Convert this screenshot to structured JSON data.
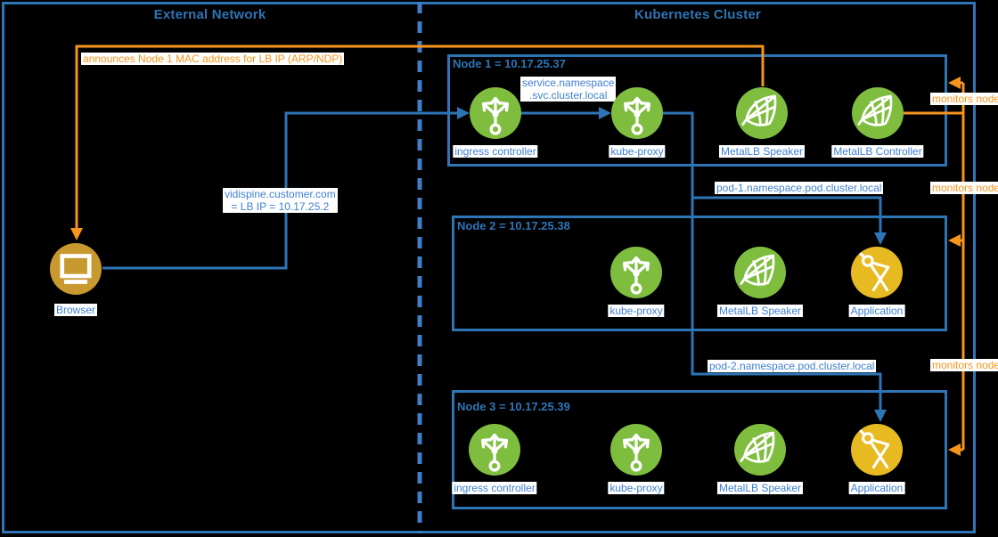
{
  "titles": {
    "external": "External Network",
    "cluster": "Kubernetes Cluster"
  },
  "browser": {
    "label": "Browser",
    "icon": "monitor-icon"
  },
  "nodes": [
    {
      "title": "Node 1 = 10.17.25.37",
      "components": [
        {
          "label": "ingress controller",
          "icon": "service-fork-icon"
        },
        {
          "label": "kube-proxy",
          "icon": "service-fork-icon"
        },
        {
          "label": "MetalLB Speaker",
          "icon": "metallb-net-icon"
        },
        {
          "label": "MetalLB Controller",
          "icon": "metallb-net-icon"
        }
      ]
    },
    {
      "title": "Node 2 = 10.17.25.38",
      "components": [
        {
          "label": "kube-proxy",
          "icon": "service-fork-icon"
        },
        {
          "label": "MetalLB Speaker",
          "icon": "metallb-net-icon"
        },
        {
          "label": "Application",
          "icon": "compass-icon"
        }
      ]
    },
    {
      "title": "Node 3 = 10.17.25.39",
      "components": [
        {
          "label": "ingress controller",
          "icon": "service-fork-icon"
        },
        {
          "label": "kube-proxy",
          "icon": "service-fork-icon"
        },
        {
          "label": "MetalLB Speaker",
          "icon": "metallb-net-icon"
        },
        {
          "label": "Application",
          "icon": "compass-icon"
        }
      ]
    }
  ],
  "edge_labels": {
    "announce": "announces Node 1 MAC address for LB IP (ARP/NDP)",
    "vidispine_1": "vidispine.customer.com",
    "vidispine_2": "= LB IP = 10.17.25.2",
    "service_1": "service.namespace",
    "service_2": ".svc.cluster.local",
    "pod1": "pod-1.namespace.pod.cluster.local",
    "pod2": "pod-2.namespace.pod.cluster.local",
    "monitors_1": "monitors node",
    "monitors_2": "monitors node",
    "monitors_3": "monitors node"
  },
  "colors": {
    "border_blue": "#2E75B6",
    "label_blue": "#4080D0",
    "orange": "#F7941D",
    "green": "#7FBD3F",
    "gold": "#C8992F",
    "yellow": "#E8BA22",
    "background": "#000000"
  }
}
